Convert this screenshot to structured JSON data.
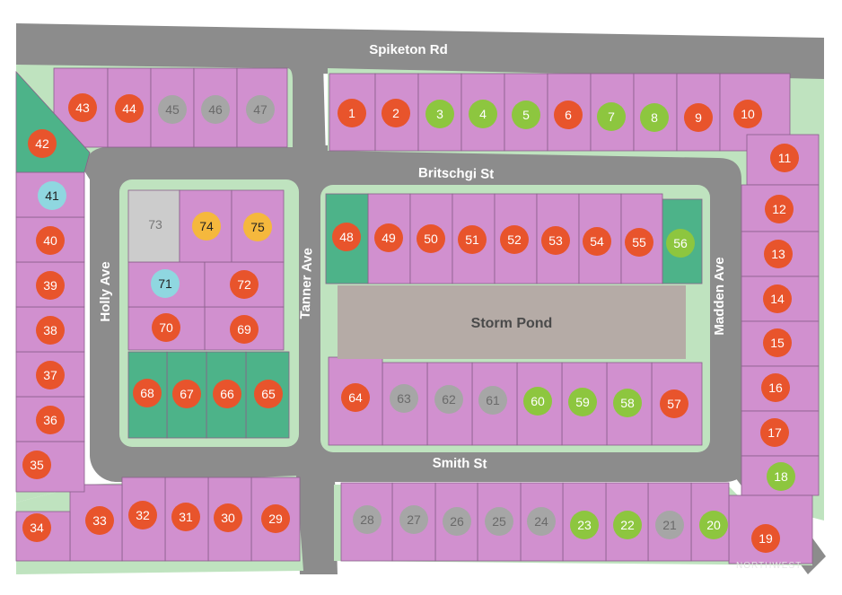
{
  "colors": {
    "available": "#e8542c",
    "green": "#8dc63f",
    "gray": "#a6a6a6",
    "reserved": "#f5b83d",
    "blue": "#8fd7e0",
    "lot": "#d190cf",
    "lot_green": "#4db389",
    "road": "#8c8c8c",
    "curb": "#bfe3bf",
    "pond": "#b5aba6"
  },
  "roads": [
    {
      "id": "spiketon",
      "label": "Spiketon Rd"
    },
    {
      "id": "britschgi",
      "label": "Britschgi St"
    },
    {
      "id": "holly",
      "label": "Holly Ave"
    },
    {
      "id": "tanner",
      "label": "Tanner Ave"
    },
    {
      "id": "madden",
      "label": "Madden Ave"
    },
    {
      "id": "smith",
      "label": "Smith St"
    }
  ],
  "pond": {
    "label": "Storm Pond"
  },
  "watermark": "NORTHWEST",
  "lots": [
    {
      "n": "1",
      "status": "available"
    },
    {
      "n": "2",
      "status": "available"
    },
    {
      "n": "3",
      "status": "green"
    },
    {
      "n": "4",
      "status": "green"
    },
    {
      "n": "5",
      "status": "green"
    },
    {
      "n": "6",
      "status": "available"
    },
    {
      "n": "7",
      "status": "green"
    },
    {
      "n": "8",
      "status": "green"
    },
    {
      "n": "9",
      "status": "available"
    },
    {
      "n": "10",
      "status": "available"
    },
    {
      "n": "11",
      "status": "available"
    },
    {
      "n": "12",
      "status": "available"
    },
    {
      "n": "13",
      "status": "available"
    },
    {
      "n": "14",
      "status": "available"
    },
    {
      "n": "15",
      "status": "available"
    },
    {
      "n": "16",
      "status": "available"
    },
    {
      "n": "17",
      "status": "available"
    },
    {
      "n": "18",
      "status": "green"
    },
    {
      "n": "19",
      "status": "available"
    },
    {
      "n": "20",
      "status": "green"
    },
    {
      "n": "21",
      "status": "gray"
    },
    {
      "n": "22",
      "status": "green"
    },
    {
      "n": "23",
      "status": "green"
    },
    {
      "n": "24",
      "status": "gray"
    },
    {
      "n": "25",
      "status": "gray"
    },
    {
      "n": "26",
      "status": "gray"
    },
    {
      "n": "27",
      "status": "gray"
    },
    {
      "n": "28",
      "status": "gray"
    },
    {
      "n": "29",
      "status": "available"
    },
    {
      "n": "30",
      "status": "available"
    },
    {
      "n": "31",
      "status": "available"
    },
    {
      "n": "32",
      "status": "available"
    },
    {
      "n": "33",
      "status": "available"
    },
    {
      "n": "34",
      "status": "available"
    },
    {
      "n": "35",
      "status": "available"
    },
    {
      "n": "36",
      "status": "available"
    },
    {
      "n": "37",
      "status": "available"
    },
    {
      "n": "38",
      "status": "available"
    },
    {
      "n": "39",
      "status": "available"
    },
    {
      "n": "40",
      "status": "available"
    },
    {
      "n": "41",
      "status": "blue"
    },
    {
      "n": "42",
      "status": "available"
    },
    {
      "n": "43",
      "status": "available"
    },
    {
      "n": "44",
      "status": "available"
    },
    {
      "n": "45",
      "status": "gray"
    },
    {
      "n": "46",
      "status": "gray"
    },
    {
      "n": "47",
      "status": "gray"
    },
    {
      "n": "48",
      "status": "available"
    },
    {
      "n": "49",
      "status": "available"
    },
    {
      "n": "50",
      "status": "available"
    },
    {
      "n": "51",
      "status": "available"
    },
    {
      "n": "52",
      "status": "available"
    },
    {
      "n": "53",
      "status": "available"
    },
    {
      "n": "54",
      "status": "available"
    },
    {
      "n": "55",
      "status": "available"
    },
    {
      "n": "56",
      "status": "green"
    },
    {
      "n": "57",
      "status": "available"
    },
    {
      "n": "58",
      "status": "green"
    },
    {
      "n": "59",
      "status": "green"
    },
    {
      "n": "60",
      "status": "green"
    },
    {
      "n": "61",
      "status": "gray"
    },
    {
      "n": "62",
      "status": "gray"
    },
    {
      "n": "63",
      "status": "gray"
    },
    {
      "n": "64",
      "status": "available"
    },
    {
      "n": "65",
      "status": "available"
    },
    {
      "n": "66",
      "status": "available"
    },
    {
      "n": "67",
      "status": "available"
    },
    {
      "n": "68",
      "status": "available"
    },
    {
      "n": "69",
      "status": "available"
    },
    {
      "n": "70",
      "status": "available"
    },
    {
      "n": "71",
      "status": "blue"
    },
    {
      "n": "72",
      "status": "available"
    },
    {
      "n": "73",
      "status": "none"
    },
    {
      "n": "74",
      "status": "reserved"
    },
    {
      "n": "75",
      "status": "reserved"
    }
  ]
}
